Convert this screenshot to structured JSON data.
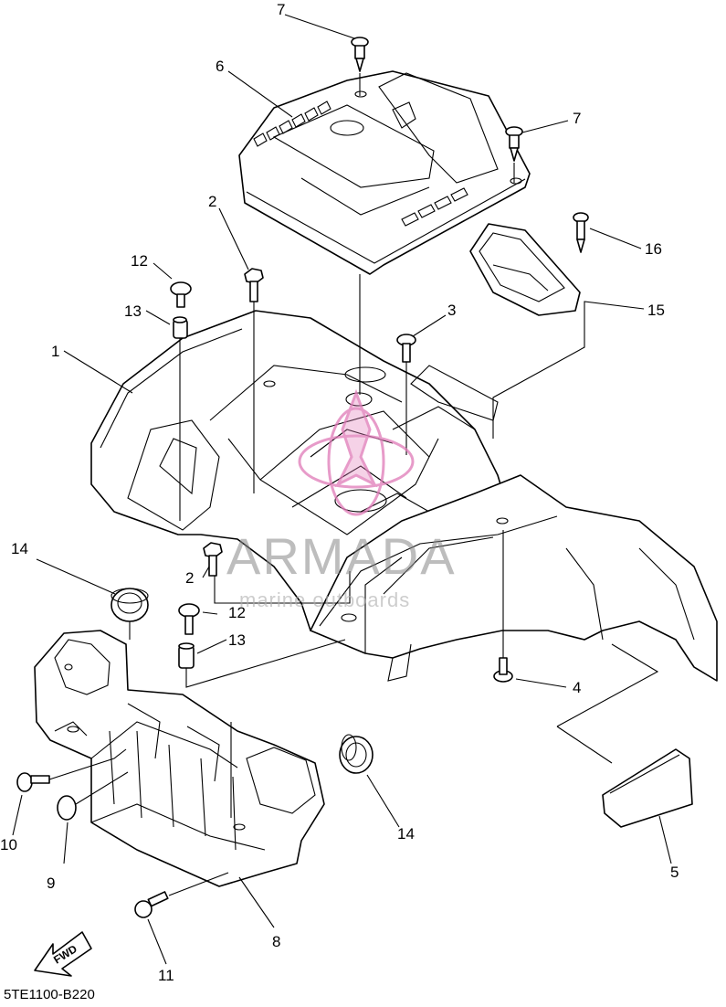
{
  "drawing_code": "5TE1100-B220",
  "fwd_label": "FWD",
  "watermark": {
    "brand": "ARMADA",
    "tagline": "marine outboards",
    "color": "#e07ab8"
  },
  "callouts": {
    "c1": "1",
    "c2a": "2",
    "c2b": "2",
    "c3": "3",
    "c4": "4",
    "c5": "5",
    "c6": "6",
    "c7a": "7",
    "c7b": "7",
    "c8": "8",
    "c9": "9",
    "c10": "10",
    "c11": "11",
    "c12a": "12",
    "c12b": "12",
    "c13a": "13",
    "c13b": "13",
    "c14a": "14",
    "c14b": "14",
    "c15": "15",
    "c16": "16"
  }
}
